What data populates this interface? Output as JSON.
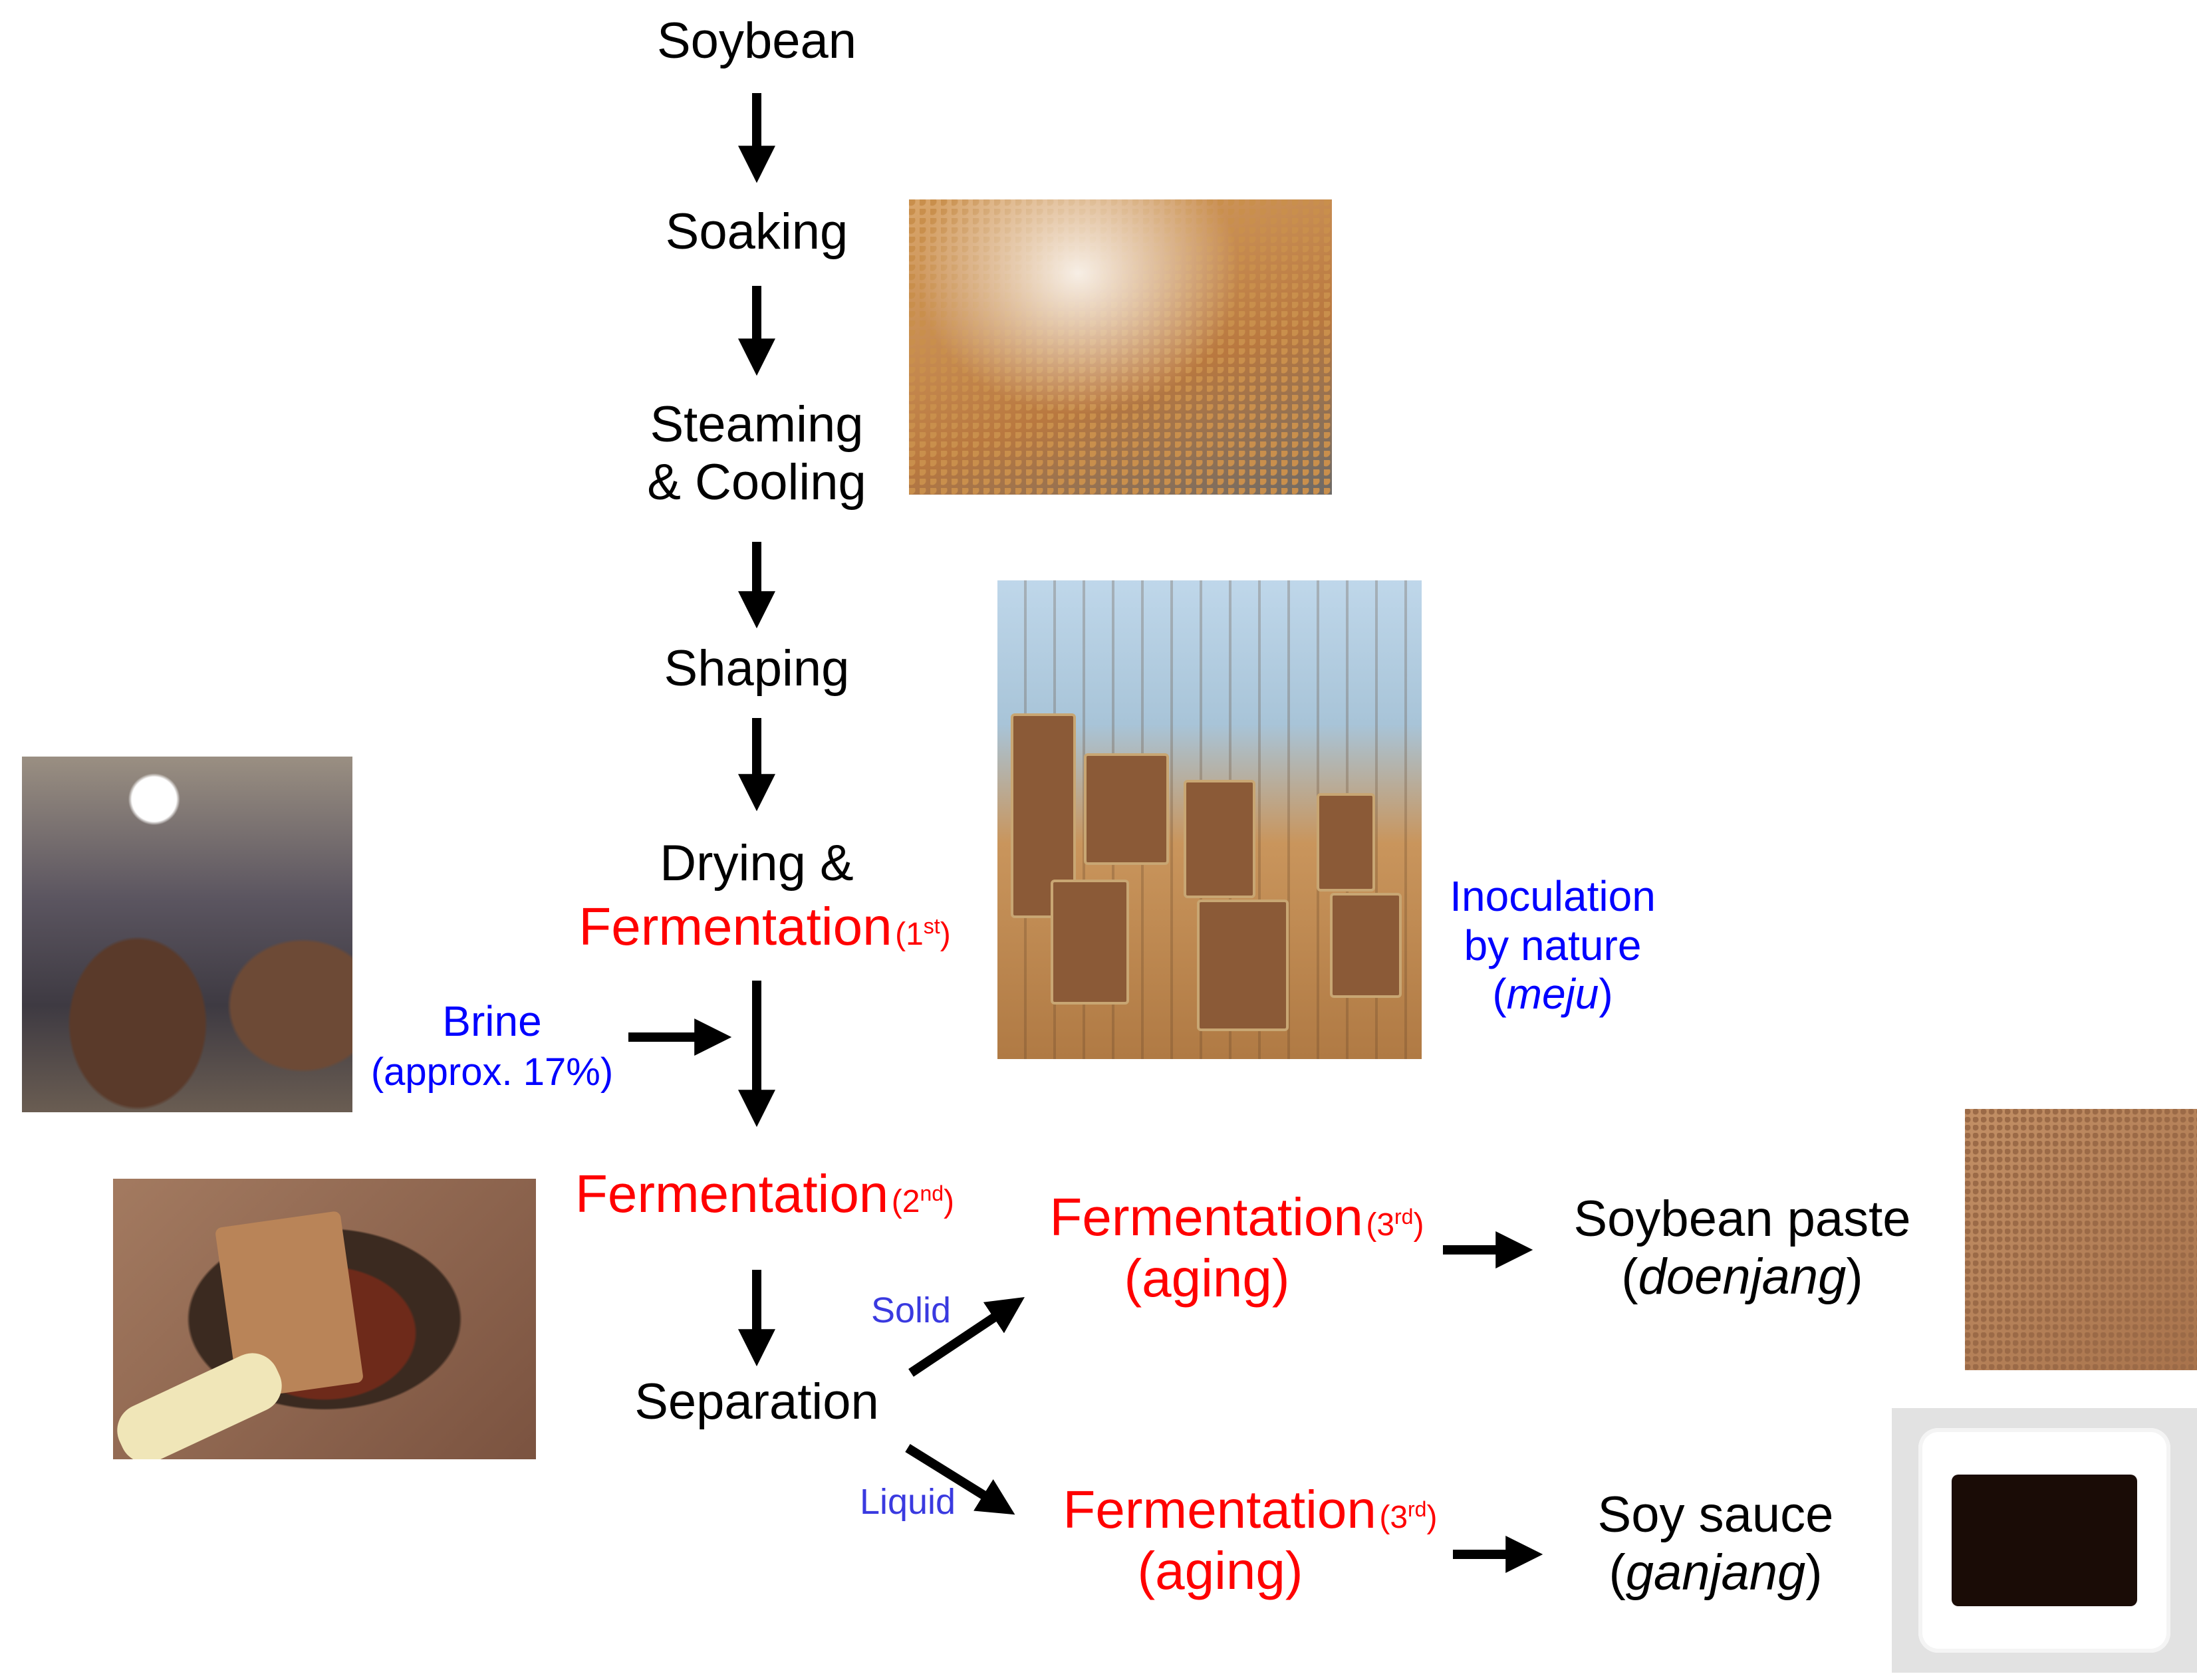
{
  "steps": {
    "soybean": "Soybean",
    "soaking": "Soaking",
    "steaming_line1": "Steaming",
    "steaming_line2": "& Cooling",
    "shaping": "Shaping",
    "drying_line1": "Drying &",
    "separation": "Separation",
    "soybean_paste": "Soybean paste",
    "soybean_paste_paren_open": "(",
    "soybean_paste_italic": "doenjang",
    "soybean_paste_paren_close": ")",
    "soy_sauce": "Soy sauce",
    "soy_sauce_paren_open": "(",
    "soy_sauce_italic": "ganjang",
    "soy_sauce_paren_close": ")"
  },
  "fermentation": {
    "label": "Fermentation",
    "aging": "(aging)",
    "first_num": "1",
    "first_sup": "st",
    "second_num": "2",
    "second_sup": "nd",
    "third_num": "3",
    "third_sup": "rd",
    "paren_open": "(",
    "paren_close": ")"
  },
  "notes": {
    "brine": "Brine",
    "brine_detail": "(approx. 17%)",
    "inoculation_line1": "Inoculation",
    "inoculation_line2": "by nature",
    "meju_open": "(",
    "meju_italic": "meju",
    "meju_close": ")",
    "solid": "Solid",
    "liquid": "Liquid"
  },
  "colors": {
    "step_text": "#000000",
    "fermentation_text": "#ff0000",
    "note_text": "#0000ff",
    "arrow": "#000000"
  },
  "photos": {
    "steamed_soybeans": "photo-steamed-soybeans",
    "hanging_meju": "photo-hanging-meju",
    "brine_jars": "photo-brine-jars",
    "meju_in_jar": "photo-meju-in-jar",
    "soybean_paste": "photo-soybean-paste",
    "soy_sauce_dish": "photo-soy-sauce-dish"
  }
}
